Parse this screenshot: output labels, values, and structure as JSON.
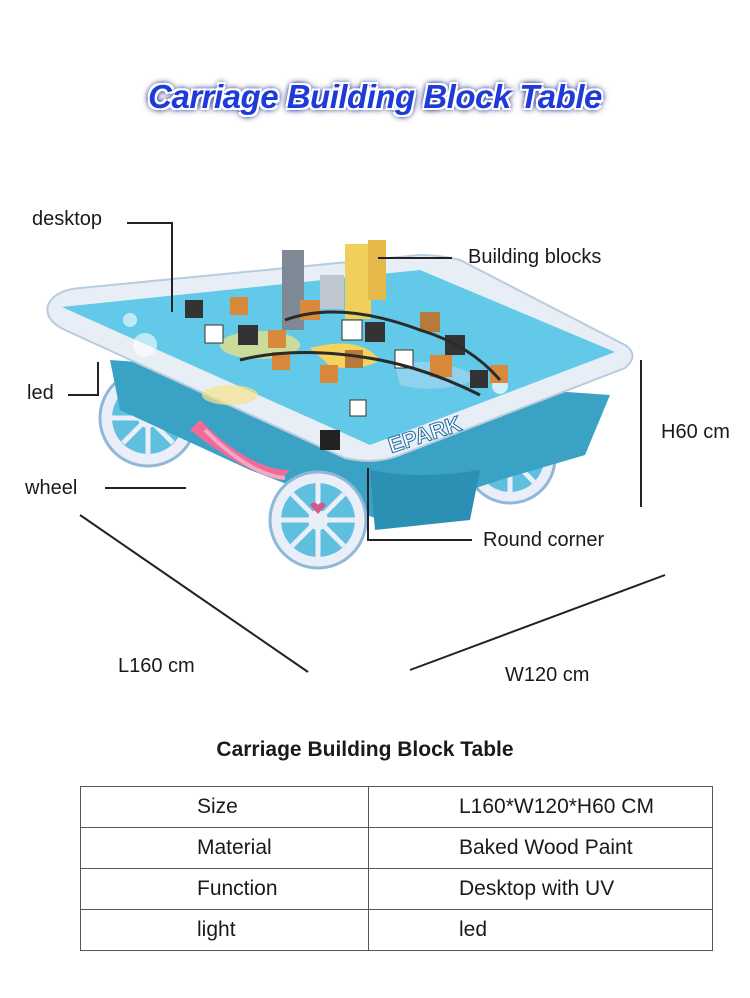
{
  "title": "Carriage Building Block Table",
  "callouts": {
    "desktop": "desktop",
    "building_blocks": "Building blocks",
    "led": "led",
    "height": "H60 cm",
    "wheel": "wheel",
    "round_corner": "Round corner",
    "length": "L160 cm",
    "width": "W120 cm"
  },
  "brand_logo_text": "EPARK",
  "spec_heading": "Carriage Building Block Table",
  "spec_rows": [
    {
      "key": "Size",
      "value": "L160*W120*H60 CM"
    },
    {
      "key": "Material",
      "value": "Baked Wood Paint"
    },
    {
      "key": "Function",
      "value": "Desktop with UV"
    },
    {
      "key": "light",
      "value": "led"
    }
  ],
  "colors": {
    "title": "#1e3ad8",
    "table_top": "#5ec8e8",
    "table_body": "#3aa7c9",
    "wheel": "#e8eef8"
  }
}
